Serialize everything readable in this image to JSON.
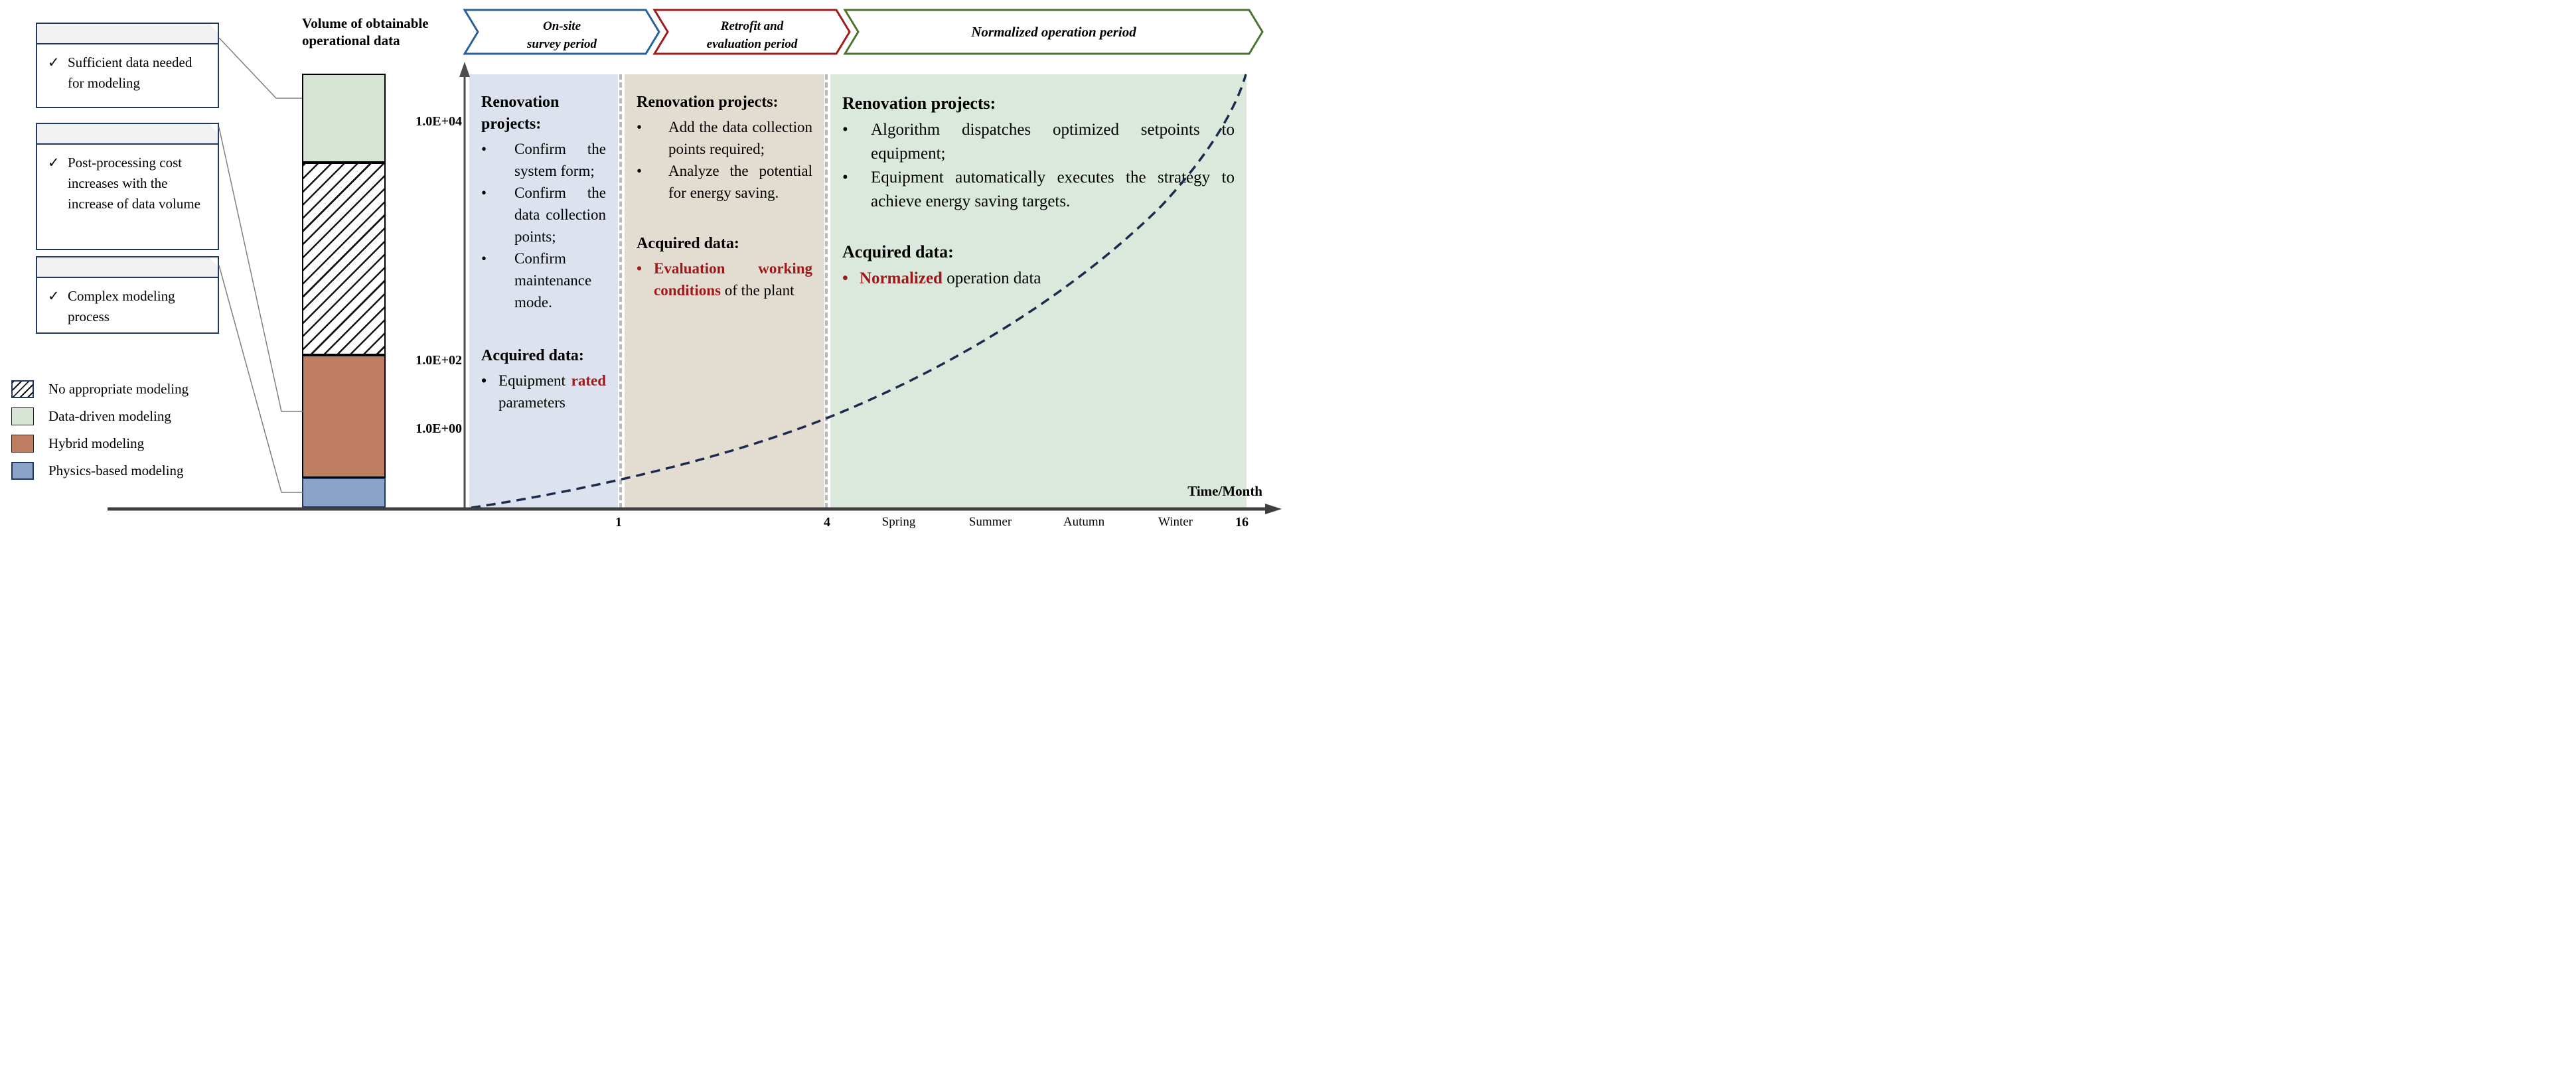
{
  "title": {
    "line1": "Volume of obtainable",
    "line2": "operational data"
  },
  "phases_header": [
    {
      "id": "onsite",
      "label_lines": [
        "On-site",
        "survey period"
      ],
      "border_color": "#2a6099"
    },
    {
      "id": "retrofit",
      "label_lines": [
        "Retrofit and",
        "evaluation period"
      ],
      "border_color": "#9c1c1c"
    },
    {
      "id": "normalized",
      "label_lines": [
        "Normalized operation period"
      ],
      "border_color": "#4e7231"
    }
  ],
  "callouts": [
    {
      "check": "✓",
      "text": "Sufficient data needed for modeling"
    },
    {
      "check": "✓",
      "text": "Post-processing cost increases with the increase of data volume"
    },
    {
      "check": "✓",
      "text": "Complex modeling process"
    }
  ],
  "legend": [
    {
      "label": "No appropriate modeling",
      "swatch": "hatch"
    },
    {
      "label": "Data-driven modeling",
      "swatch": "green"
    },
    {
      "label": "Hybrid modeling",
      "swatch": "brown"
    },
    {
      "label": "Physics-based modeling",
      "swatch": "blue"
    }
  ],
  "bar_axis_labels": [
    "1.0E+04",
    "1.0E+02",
    "1.0E+00"
  ],
  "panels": [
    {
      "id": "onsite",
      "bg": "#dde3ee",
      "renovation_heading": "Renovation projects:",
      "renovation_bullets": [
        "Confirm the system form;",
        "Confirm the data collection points;",
        "Confirm maintenance mode."
      ],
      "acquired_heading": "Acquired data:",
      "acquired_marker_color": "#000000",
      "acquired_segments": [
        {
          "text": "Equipment ",
          "red": false
        },
        {
          "text": "rated",
          "red": true
        },
        {
          "text": " parameters",
          "red": false
        }
      ]
    },
    {
      "id": "retrofit",
      "bg": "#e3dcd1",
      "renovation_heading": "Renovation projects:",
      "renovation_bullets": [
        "Add the data collection points required;",
        "Analyze the potential for energy saving."
      ],
      "acquired_heading": "Acquired data:",
      "acquired_marker_color": "#9c1a1a",
      "acquired_segments": [
        {
          "text": "Evaluation working conditions",
          "red": true
        },
        {
          "text": " of the plant",
          "red": false
        }
      ]
    },
    {
      "id": "normalized",
      "bg": "#dbe8dc",
      "renovation_heading": "Renovation projects:",
      "renovation_bullets": [
        "Algorithm dispatches optimized setpoints to equipment;",
        "Equipment automatically executes the strategy to achieve energy saving targets."
      ],
      "acquired_heading": "Acquired data:",
      "acquired_marker_color": "#9c1a1a",
      "acquired_segments": [
        {
          "text": "Normalized",
          "red": true
        },
        {
          "text": " operation data",
          "red": false
        }
      ]
    }
  ],
  "x_axis": {
    "label": "Time/Month",
    "ticks": [
      {
        "text": "1",
        "bold": true
      },
      {
        "text": "4",
        "bold": true
      },
      {
        "text": "Spring",
        "bold": false
      },
      {
        "text": "Summer",
        "bold": false
      },
      {
        "text": "Autumn",
        "bold": false
      },
      {
        "text": "Winter",
        "bold": false
      },
      {
        "text": "16",
        "bold": true
      }
    ]
  },
  "colors": {
    "navy_border": "#1f3864",
    "dark_red_text": "#9c1a1a",
    "chevron_blue": "#2a6099",
    "chevron_red": "#9c1c1c",
    "chevron_green": "#4e7231",
    "panel_onsite_bg": "#dde3ee",
    "panel_retrofit_bg": "#e3dcd1",
    "panel_normalized_bg": "#dbe8dc",
    "bar_green": "#d6e5d3",
    "bar_brown": "#bf7e62",
    "bar_blue": "#8ba3c7",
    "curve_navy": "#1b2a4e",
    "axis_gray": "#3f3f3f"
  },
  "chart_data": {
    "type": "diagram",
    "stacked_bar": {
      "title": "Volume of obtainable operational data",
      "y_axis_tick_labels": [
        "1.0E+04",
        "1.0E+02",
        "1.0E+00"
      ],
      "segments_top_to_bottom": [
        "Data-driven modeling",
        "No appropriate modeling",
        "Hybrid modeling",
        "Physics-based modeling"
      ]
    },
    "timeline": {
      "phases": [
        "On-site survey period",
        "Retrofit and evaluation period",
        "Normalized operation period"
      ],
      "x_axis_label": "Time/Month",
      "x_tick_labels": [
        "1",
        "4",
        "Spring",
        "Summer",
        "Autumn",
        "Winter",
        "16"
      ],
      "curve_style": "dashed rising curve from bottom-left to top-right"
    }
  }
}
